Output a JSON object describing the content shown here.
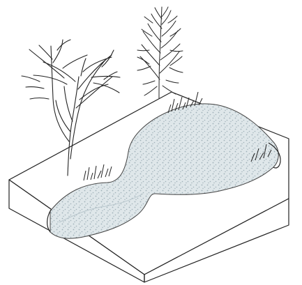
{
  "diagram": {
    "subject": "isometric-terrain-block-with-pond-trees-and-reeds",
    "colors": {
      "background": "#ffffff",
      "outline": "#222222",
      "water_fill": "#dfe7ea",
      "water_texture": "#9fb0b8",
      "top_surface": "#ffffff"
    },
    "icons": [
      "bare-tree-left",
      "bare-tree-right",
      "reed-tufts",
      "pond-water"
    ]
  }
}
